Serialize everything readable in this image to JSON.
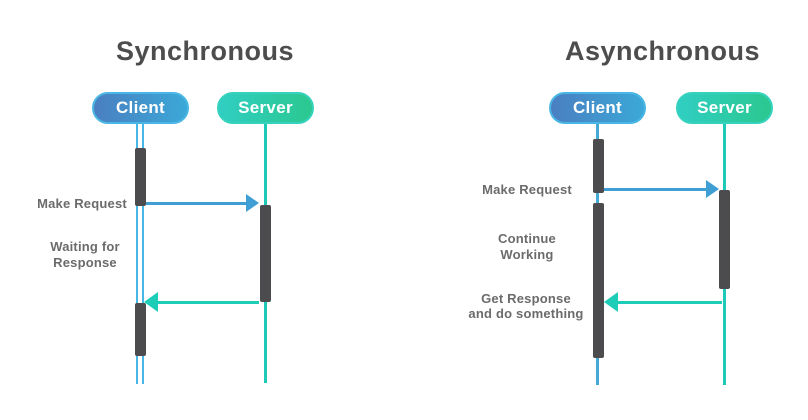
{
  "sync": {
    "title": "Synchronous",
    "client_label": "Client",
    "server_label": "Server",
    "messages": {
      "request": "Make Request",
      "waiting_line1": "Waiting for",
      "waiting_line2": "Response"
    }
  },
  "async": {
    "title": "Asynchronous",
    "client_label": "Client",
    "server_label": "Server",
    "messages": {
      "request": "Make Request",
      "continue_line1": "Continue",
      "continue_line2": "Working",
      "response_line1": "Get Response",
      "response_line2": "and do something"
    }
  },
  "colors": {
    "title_text": "#4d4d4d",
    "label_text": "#6b6b6b",
    "pill_text": "#ffffff",
    "client_pill_gradient_start": "#4a7fc1",
    "client_pill_gradient_end": "#3ba8d8",
    "client_pill_border": "#49b6e3",
    "server_pill_gradient_start": "#30cec2",
    "server_pill_gradient_end": "#2bc890",
    "server_pill_border": "#35d2bd",
    "client_lifeline": "#47b8e6",
    "server_lifeline": "#1fc9b8",
    "activation_bar": "#4c4c4f",
    "request_arrow": "#3f9fd4",
    "response_arrow": "#1ecdb8"
  }
}
